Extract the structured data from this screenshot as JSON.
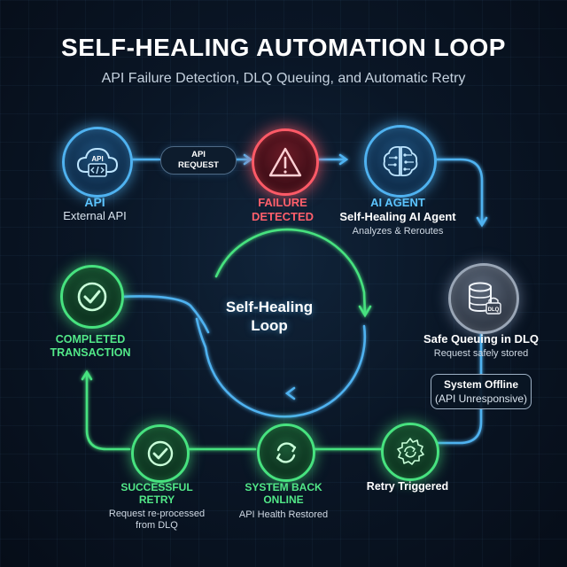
{
  "header": {
    "title": "SELF-HEALING AUTOMATION LOOP",
    "subtitle": "API Failure Detection, DLQ Queuing, and Automatic Retry"
  },
  "connector": {
    "line1": "API",
    "line2": "REQUEST"
  },
  "center": {
    "line1": "Self-Healing",
    "line2": "Loop"
  },
  "nodes": {
    "api": {
      "title": "API",
      "subtitle": "External API",
      "icon": "cloud-code-icon",
      "badge": "API"
    },
    "failure": {
      "line1": "FAILURE",
      "line2": "DETECTED",
      "icon": "warning-icon"
    },
    "ai_agent": {
      "title": "AI AGENT",
      "name": "Self-Healing AI Agent",
      "description": "Analyzes & Reroutes",
      "icon": "brain-circuit-icon"
    },
    "dlq": {
      "title": "Safe Queuing in DLQ",
      "subtitle": "Request safely stored",
      "icon": "database-lock-icon",
      "badge": "DLQ"
    },
    "offline": {
      "line1": "System Offline",
      "line2": "(API Unresponsive)"
    },
    "retry": {
      "title": "Retry Triggered",
      "icon": "gear-refresh-icon"
    },
    "back_online": {
      "line1": "SYSTEM BACK",
      "line2": "ONLINE",
      "subtitle": "API Health Restored",
      "icon": "refresh-icon"
    },
    "success": {
      "line1": "SUCCESSFUL",
      "line2": "RETRY",
      "sub1": "Request re-processed",
      "sub2": "from DLQ",
      "icon": "check-circle-icon"
    },
    "completed": {
      "line1": "COMPLETED",
      "line2": "TRANSACTION",
      "icon": "check-circle-icon"
    }
  },
  "colors": {
    "blue": "#4fb2f0",
    "red": "#ff5a67",
    "green": "#47e27f",
    "grey": "#9aa6b6",
    "background": "#0a1626"
  }
}
